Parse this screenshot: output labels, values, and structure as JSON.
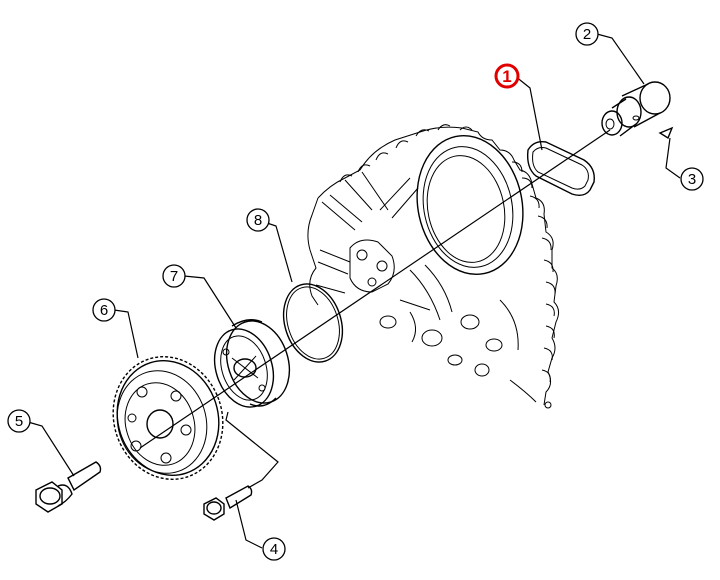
{
  "diagram": {
    "callouts": [
      {
        "id": "c1",
        "label": "1",
        "highlight": true
      },
      {
        "id": "c2",
        "label": "2"
      },
      {
        "id": "c3",
        "label": "3"
      },
      {
        "id": "c4",
        "label": "4"
      },
      {
        "id": "c5",
        "label": "5"
      },
      {
        "id": "c6",
        "label": "6"
      },
      {
        "id": "c7",
        "label": "7"
      },
      {
        "id": "c8",
        "label": "8"
      }
    ],
    "colors": {
      "line": "#000000",
      "highlight": "#e00000",
      "background": "#ffffff"
    }
  }
}
